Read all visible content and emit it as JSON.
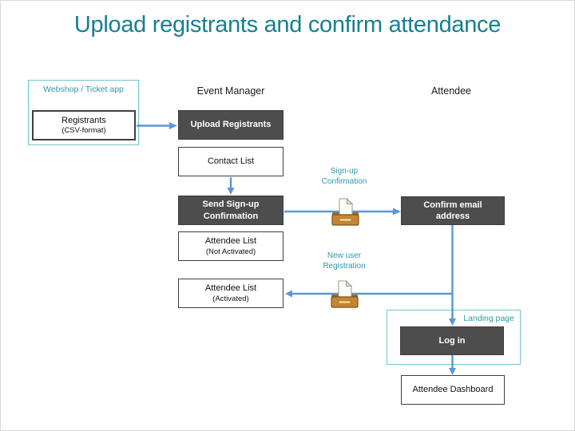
{
  "title": "Upload registrants and confirm attendance",
  "columns": {
    "event_manager": "Event Manager",
    "attendee": "Attendee"
  },
  "groups": {
    "webshop": {
      "label": "Webshop / Ticket app"
    },
    "landing": {
      "label": "Landing page"
    }
  },
  "nodes": {
    "registrants": {
      "title": "Registrants",
      "subtitle": "(CSV-format)"
    },
    "upload_registrants": {
      "label": "Upload Registrants"
    },
    "contact_list": {
      "label": "Contact List"
    },
    "send_signup_confirmation": {
      "label": "Send Sign-up Confirmation"
    },
    "attendee_list_not_activated": {
      "title": "Attendee List",
      "subtitle": "(Not Activated)"
    },
    "attendee_list_activated": {
      "title": "Attendee List",
      "subtitle": "(Activated)"
    },
    "confirm_email_address": {
      "label": "Confirm email address"
    },
    "log_in": {
      "label": "Log in"
    },
    "attendee_dashboard": {
      "label": "Attendee Dashboard"
    }
  },
  "edge_labels": {
    "signup_confirmation": "Sign-up Confirmation",
    "new_user_registration": "New user Registration"
  },
  "icons": {
    "mail": "mail-inbox-icon"
  },
  "colors": {
    "title_teal": "#157f91",
    "teal_text": "#2b99aa",
    "teal_border": "#6fc2cc",
    "arrow_blue": "#5b97d4",
    "dark_box": "#4d4d4d",
    "dark_box_border": "#3d3d3d",
    "box_border": "#3f3f3f"
  }
}
